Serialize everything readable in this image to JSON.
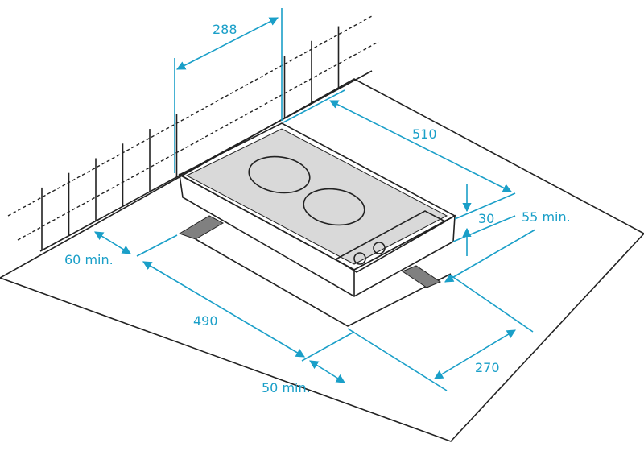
{
  "labels": {
    "width_288": "288",
    "depth_510": "510",
    "height_30": "30",
    "clearance_55": "55 min.",
    "clearance_60": "60 min.",
    "cutout_490": "490",
    "clearance_50": "50 min.",
    "cutout_270": "270"
  },
  "colors": {
    "dimension": "#1a9fc8",
    "line": "#222222",
    "hob_surface": "#d9d9d9",
    "support": "#808080"
  }
}
